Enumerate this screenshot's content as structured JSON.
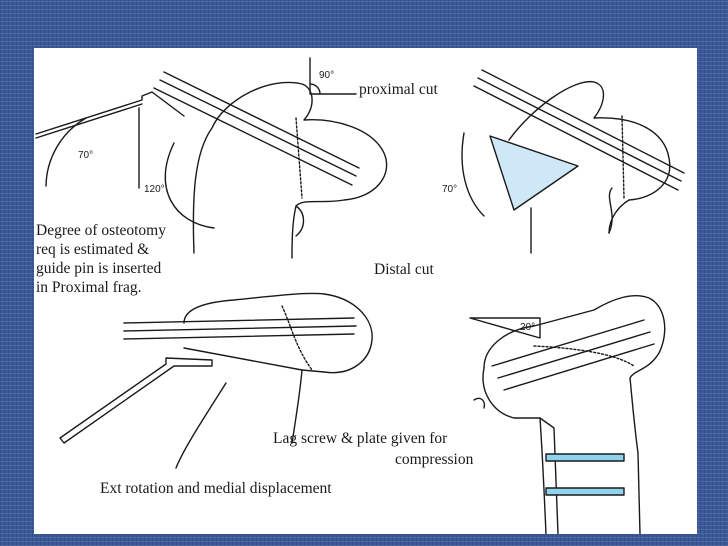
{
  "captions": {
    "proximal_cut": "proximal cut",
    "degree_line1": "Degree of osteotomy",
    "degree_line2": "req is estimated &",
    "degree_line3": "guide pin is inserted",
    "degree_line4": "in Proximal frag.",
    "distal_cut": "Distal cut",
    "lag_line1": "Lag screw & plate given for",
    "lag_line2": "compression",
    "ext_rotation": "Ext rotation and medial displacement"
  },
  "angles": {
    "a90": "90°",
    "a70_top_left": "70°",
    "a120": "120°",
    "a70_top_right": "70°",
    "a20": "20°"
  },
  "colors": {
    "background": "#3b5998",
    "slide": "#ffffff",
    "wedge_fill": "#cfe8f8",
    "screw_fill": "#8fd3ee"
  }
}
